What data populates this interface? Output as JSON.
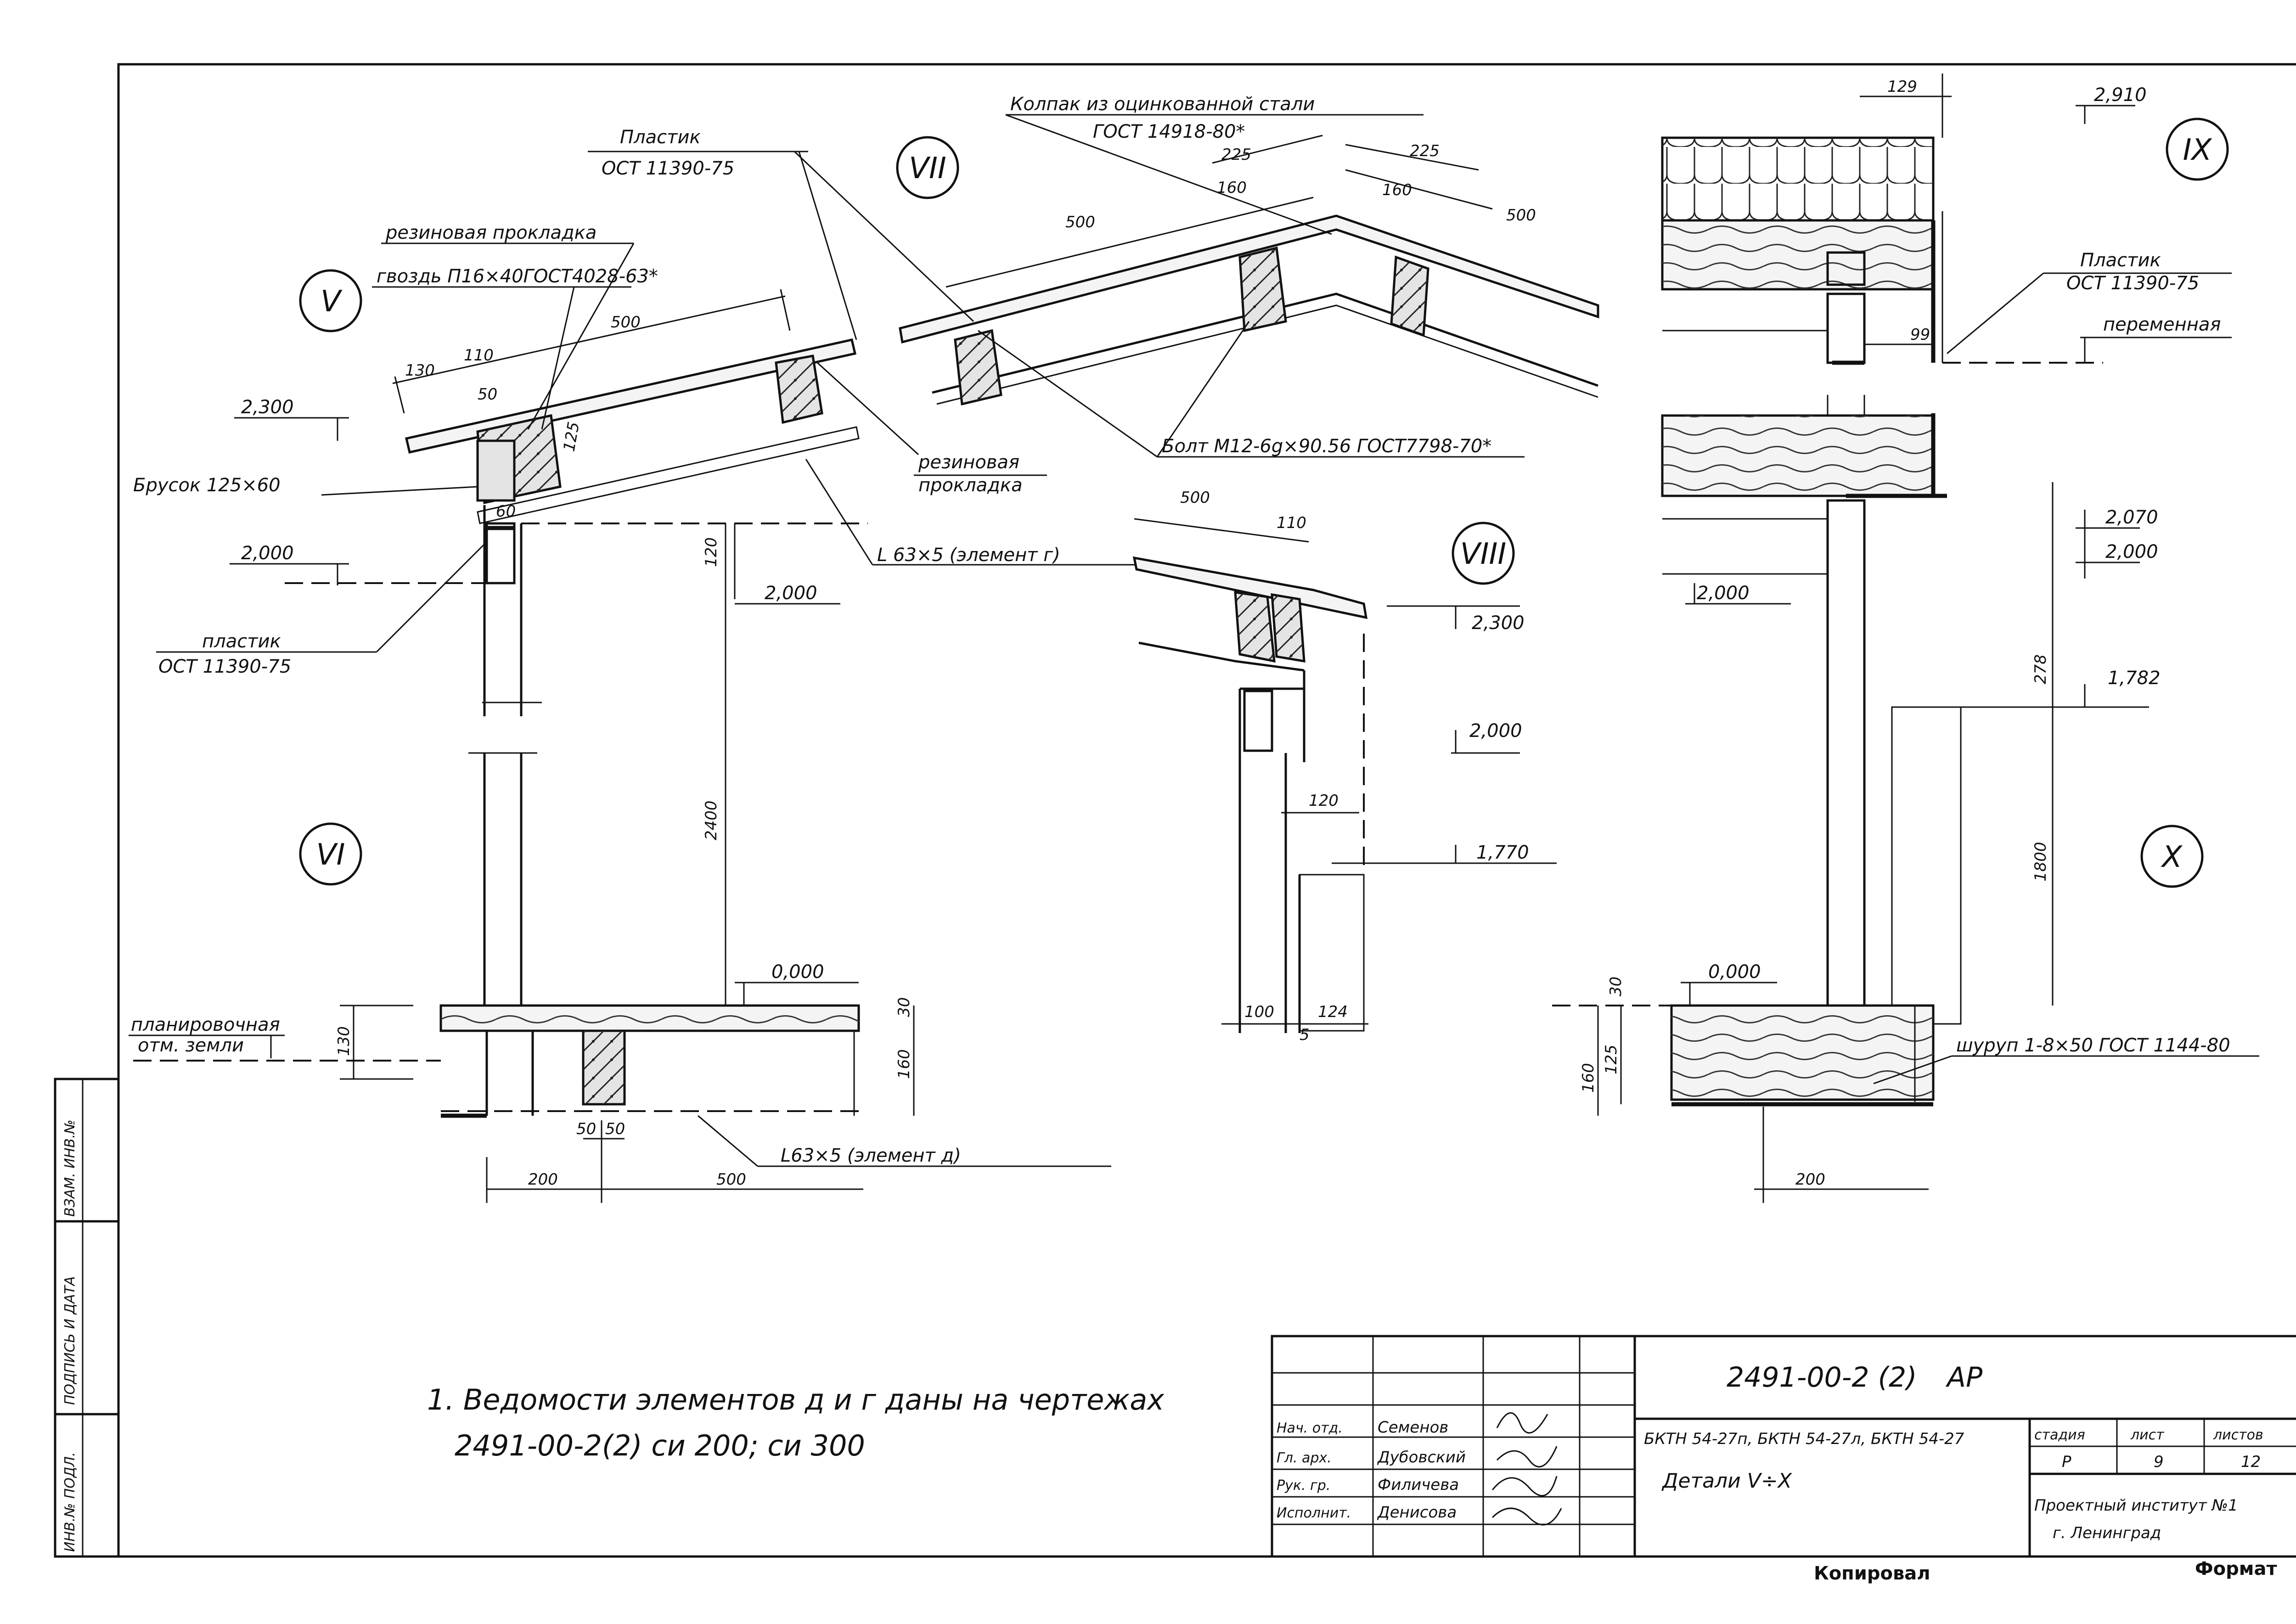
{
  "details": {
    "v": "V",
    "vi": "VI",
    "vii": "VII",
    "viii": "VIII",
    "ix": "IX",
    "x": "X"
  },
  "labels": {
    "plastic_top_1": "Пластик",
    "plastic_top_2": "ОСТ 11390-75",
    "rubber_1": "резиновая прокладка",
    "nail": "гвоздь П16×40ГОСТ4028-63*",
    "bar": "Брусок 125×60",
    "plastic_left_1": "пластик",
    "plastic_left_2": "ОСТ 11390-75",
    "angle_g": "L 63×5 (элемент г)",
    "cap_1": "Колпак из оцинкованной стали",
    "cap_2": "ГОСТ 14918-80*",
    "rubber_2_1": "резиновая",
    "rubber_2_2": "прокладка",
    "bolt": "Болт М12-6g×90.56 ГОСТ7798-70*",
    "plastic_right_1": "Пластик",
    "plastic_right_2": "ОСТ 11390-75",
    "variable": "переменная",
    "ground_1": "планировочная",
    "ground_2": "отм. земли",
    "angle_d": "L63×5 (элемент д)",
    "screw": "шуруп 1-8×50 ГОСТ 1144-80"
  },
  "dims": {
    "d130": "130",
    "d110": "110",
    "d500a": "500",
    "d50": "50",
    "d125": "125",
    "d60": "60",
    "d120": "120",
    "d2400": "2400",
    "d200": "200",
    "d500b": "500",
    "d50b": "50",
    "d50c": "50",
    "d30": "30",
    "d160": "160",
    "d130b": "130",
    "d225a": "225",
    "d160a": "160",
    "d500c": "500",
    "d225b": "225",
    "d160b": "160",
    "d500d": "500",
    "d500e": "500",
    "d110b": "110",
    "d120b": "120",
    "d100": "100",
    "d124": "124",
    "d5": "5",
    "d129": "129",
    "d99": "99",
    "d278": "278",
    "d1800": "1800",
    "d30b": "30",
    "d125b": "125",
    "d160c": "160",
    "d200b": "200"
  },
  "elevations": {
    "e2300": "2,300",
    "e2000": "2,000",
    "e2000b": "2,000",
    "e0000": "0,000",
    "e2300b": "2,300",
    "e2000c": "2,000",
    "e1770": "1,770",
    "e2910": "2,910",
    "e2070": "2,070",
    "e2000d": "2,000",
    "e2000e": "2,000",
    "e1782": "1,782",
    "e0000b": "0,000"
  },
  "note": {
    "line1": "1. Ведомости элементов д и г даны на чертежах",
    "line2": "2491-00-2(2) си 200; си 300"
  },
  "side_stamp": {
    "inv_orig": "ИНВ.№ ПОДЛ.",
    "sign_date": "ПОДПИСЬ И ДАТА",
    "inv_repl": "ВЗАМ. ИНВ.№"
  },
  "title_block": {
    "code": "2491-00-2 (2)",
    "section": "АР",
    "products": "БКТН 54-27п, БКТН 54-27л, БКТН 54-27",
    "name": "Детали V÷X",
    "roles": [
      "Нач. отд.",
      "Гл. арх.",
      "Рук. гр.",
      "Исполнит."
    ],
    "people": [
      "Семенов",
      "Дубовский",
      "Филичева",
      "Денисова"
    ],
    "stage_h": "стадия",
    "sheet_h": "лист",
    "sheets_h": "листов",
    "stage": "Р",
    "sheet": "9",
    "sheets": "12",
    "org_1": "Проектный институт №1",
    "org_2": "г. Ленинград"
  },
  "footer": {
    "copied": "Копировал",
    "format": "Формат"
  }
}
